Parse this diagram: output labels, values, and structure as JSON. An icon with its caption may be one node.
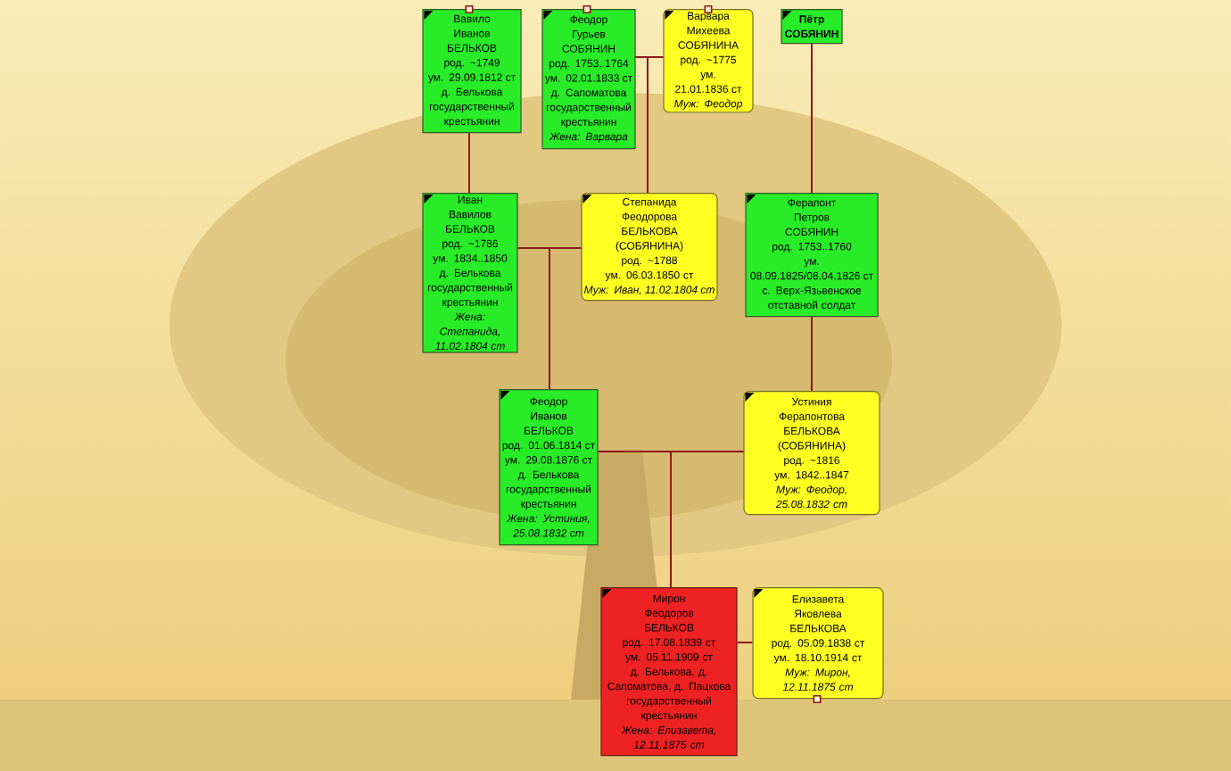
{
  "diagram": {
    "nodes": [
      {
        "text": [
          "Вавило",
          "Иванов",
          "БЕЛЬКОВ",
          "род. ~1749",
          "ум. 29.09.1812 ст",
          "д. Белькова",
          "государственный крестьянин"
        ]
      },
      {
        "text": [
          "Феодор",
          "Гурьев",
          "СОБЯНИН",
          "род. 1753..1764",
          "ум. 02.01.1833 ст",
          "д. Сапоматова",
          "государственный крестьянин",
          "Жена: Варвара"
        ]
      },
      {
        "text": [
          "Варвара",
          "Михеева",
          "СОБЯНИНА",
          "род. ~1775",
          "ум. 21.01.1836 ст",
          "Муж: Феодор"
        ]
      },
      {
        "text": [
          "Пётр",
          "СОБЯНИН"
        ]
      },
      {
        "text": [
          "Иван",
          "Вавилов",
          "БЕЛЬКОВ",
          "род. ~1786",
          "ум. 1834..1850",
          "д. Белькова",
          "государственный крестьянин",
          "Жена: Степанида, 11.02.1804 ст"
        ]
      },
      {
        "text": [
          "Степанида",
          "Феодорова",
          "БЕЛЬКОВА",
          "(СОБЯНИНА)",
          "род. ~1788",
          "ум. 06.03.1850 ст",
          "Муж: Иван, 11.02.1804 ст"
        ]
      },
      {
        "text": [
          "Ферапонт",
          "Петров",
          "СОБЯНИН",
          "род. 1753..1760",
          "ум. 08.09.1825/08.04.1826 ст",
          "с. Верх-Язьвенское",
          "отставной солдат"
        ]
      },
      {
        "text": [
          "Феодор",
          "Иванов",
          "БЕЛЬКОВ",
          "род. 01.06.1814 ст",
          "ум. 29.08.1876 ст",
          "д. Белькова",
          "государственный крестьянин",
          "Жена: Устиния, 25.08.1832 ст"
        ]
      },
      {
        "text": [
          "Устиния",
          "Ферапонтова",
          "БЕЛЬКОВА",
          "(СОБЯНИНА)",
          "род. ~1816",
          "ум. 1842..1847",
          "Муж: Феодор, 25.08.1832 ст"
        ]
      },
      {
        "text": [
          "Мирон",
          "Феодоров",
          "БЕЛЬКОВ",
          "род. 17.08.1839 ст",
          "ум. 05.11.1909 ст",
          "д. Белькова, д. Сапоматова, д. Пацкова",
          "государственный крестьянин",
          "Жена: Елизавета, 12.11.1875 ст"
        ]
      },
      {
        "text": [
          "Елизавета",
          "Яковлева",
          "БЕЛЬКОВА",
          "род. 05.09.1838 ст",
          "ум. 18.10.1914 ст",
          "Муж: Мирон, 12.11.1875 ст"
        ]
      }
    ],
    "edges": [
      {
        "from": 0,
        "to": 4,
        "arrow": "none"
      },
      {
        "from": 1,
        "to": 2,
        "arrow": "none"
      },
      {
        "from": 1,
        "to": 5,
        "arrow": "none"
      },
      {
        "from": 2,
        "to": 5,
        "arrow": "none"
      },
      {
        "from": 3,
        "to": 6,
        "arrow": "none"
      },
      {
        "from": 4,
        "to": 5,
        "arrow": "none"
      },
      {
        "from": 4,
        "to": 7,
        "arrow": "none"
      },
      {
        "from": 5,
        "to": 7,
        "arrow": "none"
      },
      {
        "from": 6,
        "to": 8,
        "arrow": "none"
      },
      {
        "from": 7,
        "to": 8,
        "arrow": "none"
      },
      {
        "from": 7,
        "to": 9,
        "arrow": "none"
      },
      {
        "from": 8,
        "to": 9,
        "arrow": "none"
      },
      {
        "from": 9,
        "to": 10,
        "arrow": "none"
      },
      {
        "from": null,
        "to": 0,
        "arrow": "other"
      },
      {
        "from": null,
        "to": 1,
        "arrow": "other"
      },
      {
        "from": null,
        "to": 2,
        "arrow": "other"
      },
      {
        "from": 10,
        "to": null,
        "arrow": "other"
      }
    ]
  }
}
